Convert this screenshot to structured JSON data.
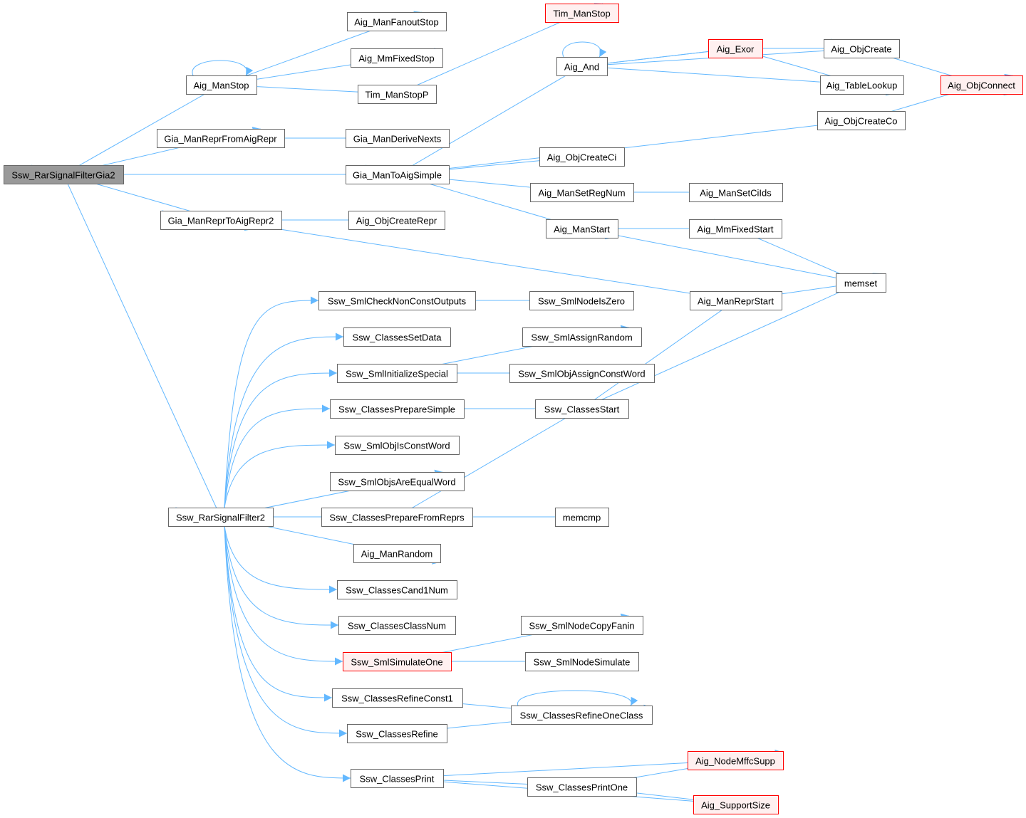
{
  "graph": {
    "root": "Ssw_RarSignalFilterGia2",
    "colors": {
      "edge": "#63b8ff",
      "root_fill": "#999999",
      "highlight_border": "#ff0000",
      "highlight_fill": "#fff0f0"
    },
    "nodes": [
      {
        "id": "root",
        "label": "Ssw_RarSignalFilterGia2",
        "style": "root"
      },
      {
        "id": "Aig_ManStop",
        "label": "Aig_ManStop"
      },
      {
        "id": "Aig_ManFanoutStop",
        "label": "Aig_ManFanoutStop"
      },
      {
        "id": "Aig_MmFixedStop",
        "label": "Aig_MmFixedStop"
      },
      {
        "id": "Tim_ManStopP",
        "label": "Tim_ManStopP"
      },
      {
        "id": "Tim_ManStop",
        "label": "Tim_ManStop",
        "style": "red"
      },
      {
        "id": "Gia_ManReprFromAigRepr",
        "label": "Gia_ManReprFromAigRepr"
      },
      {
        "id": "Gia_ManDeriveNexts",
        "label": "Gia_ManDeriveNexts"
      },
      {
        "id": "Gia_ManToAigSimple",
        "label": "Gia_ManToAigSimple"
      },
      {
        "id": "Gia_ManReprToAigRepr2",
        "label": "Gia_ManReprToAigRepr2"
      },
      {
        "id": "Aig_ObjCreateRepr",
        "label": "Aig_ObjCreateRepr"
      },
      {
        "id": "Aig_And",
        "label": "Aig_And"
      },
      {
        "id": "Aig_Exor",
        "label": "Aig_Exor",
        "style": "red"
      },
      {
        "id": "Aig_ObjCreate",
        "label": "Aig_ObjCreate"
      },
      {
        "id": "Aig_TableLookup",
        "label": "Aig_TableLookup"
      },
      {
        "id": "Aig_ObjConnect",
        "label": "Aig_ObjConnect",
        "style": "red"
      },
      {
        "id": "Aig_ObjCreateCo",
        "label": "Aig_ObjCreateCo"
      },
      {
        "id": "Aig_ObjCreateCi",
        "label": "Aig_ObjCreateCi"
      },
      {
        "id": "Aig_ManSetRegNum",
        "label": "Aig_ManSetRegNum"
      },
      {
        "id": "Aig_ManSetCiIds",
        "label": "Aig_ManSetCiIds"
      },
      {
        "id": "Aig_ManStart",
        "label": "Aig_ManStart"
      },
      {
        "id": "Aig_MmFixedStart",
        "label": "Aig_MmFixedStart"
      },
      {
        "id": "memset",
        "label": "memset"
      },
      {
        "id": "Aig_ManReprStart",
        "label": "Aig_ManReprStart"
      },
      {
        "id": "Ssw_SmlCheckNonConstOutputs",
        "label": "Ssw_SmlCheckNonConstOutputs"
      },
      {
        "id": "Ssw_SmlNodeIsZero",
        "label": "Ssw_SmlNodeIsZero"
      },
      {
        "id": "Ssw_ClassesSetData",
        "label": "Ssw_ClassesSetData"
      },
      {
        "id": "Ssw_SmlAssignRandom",
        "label": "Ssw_SmlAssignRandom"
      },
      {
        "id": "Ssw_SmlInitializeSpecial",
        "label": "Ssw_SmlInitializeSpecial"
      },
      {
        "id": "Ssw_SmlObjAssignConstWord",
        "label": "Ssw_SmlObjAssignConstWord"
      },
      {
        "id": "Ssw_ClassesPrepareSimple",
        "label": "Ssw_ClassesPrepareSimple"
      },
      {
        "id": "Ssw_ClassesStart",
        "label": "Ssw_ClassesStart"
      },
      {
        "id": "Ssw_SmlObjIsConstWord",
        "label": "Ssw_SmlObjIsConstWord"
      },
      {
        "id": "Ssw_SmlObjsAreEqualWord",
        "label": "Ssw_SmlObjsAreEqualWord"
      },
      {
        "id": "Ssw_RarSignalFilter2",
        "label": "Ssw_RarSignalFilter2"
      },
      {
        "id": "Ssw_ClassesPrepareFromReprs",
        "label": "Ssw_ClassesPrepareFromReprs"
      },
      {
        "id": "memcmp",
        "label": "memcmp"
      },
      {
        "id": "Aig_ManRandom",
        "label": "Aig_ManRandom"
      },
      {
        "id": "Ssw_ClassesCand1Num",
        "label": "Ssw_ClassesCand1Num"
      },
      {
        "id": "Ssw_ClassesClassNum",
        "label": "Ssw_ClassesClassNum"
      },
      {
        "id": "Ssw_SmlNodeCopyFanin",
        "label": "Ssw_SmlNodeCopyFanin"
      },
      {
        "id": "Ssw_SmlSimulateOne",
        "label": "Ssw_SmlSimulateOne",
        "style": "red"
      },
      {
        "id": "Ssw_SmlNodeSimulate",
        "label": "Ssw_SmlNodeSimulate"
      },
      {
        "id": "Ssw_ClassesRefineConst1",
        "label": "Ssw_ClassesRefineConst1"
      },
      {
        "id": "Ssw_ClassesRefineOneClass",
        "label": "Ssw_ClassesRefineOneClass"
      },
      {
        "id": "Ssw_ClassesRefine",
        "label": "Ssw_ClassesRefine"
      },
      {
        "id": "Ssw_ClassesPrint",
        "label": "Ssw_ClassesPrint"
      },
      {
        "id": "Aig_NodeMffcSupp",
        "label": "Aig_NodeMffcSupp",
        "style": "red"
      },
      {
        "id": "Ssw_ClassesPrintOne",
        "label": "Ssw_ClassesPrintOne"
      },
      {
        "id": "Aig_SupportSize",
        "label": "Aig_SupportSize",
        "style": "red"
      }
    ],
    "edges": [
      [
        "root",
        "Aig_ManStop"
      ],
      [
        "root",
        "Gia_ManReprFromAigRepr"
      ],
      [
        "root",
        "Gia_ManToAigSimple"
      ],
      [
        "root",
        "Gia_ManReprToAigRepr2"
      ],
      [
        "root",
        "Ssw_RarSignalFilter2"
      ],
      [
        "Aig_ManStop",
        "Aig_ManStop"
      ],
      [
        "Aig_ManStop",
        "Aig_ManFanoutStop"
      ],
      [
        "Aig_ManStop",
        "Aig_MmFixedStop"
      ],
      [
        "Aig_ManStop",
        "Tim_ManStopP"
      ],
      [
        "Tim_ManStopP",
        "Tim_ManStop"
      ],
      [
        "Gia_ManReprFromAigRepr",
        "Gia_ManDeriveNexts"
      ],
      [
        "Gia_ManToAigSimple",
        "Aig_And"
      ],
      [
        "Gia_ManToAigSimple",
        "Aig_ObjCreateCo"
      ],
      [
        "Gia_ManToAigSimple",
        "Aig_ObjCreateCi"
      ],
      [
        "Gia_ManToAigSimple",
        "Aig_ManSetRegNum"
      ],
      [
        "Gia_ManToAigSimple",
        "Aig_ManStart"
      ],
      [
        "Aig_And",
        "Aig_And"
      ],
      [
        "Aig_And",
        "Aig_Exor"
      ],
      [
        "Aig_And",
        "Aig_ObjCreate"
      ],
      [
        "Aig_And",
        "Aig_TableLookup"
      ],
      [
        "Aig_Exor",
        "Aig_And"
      ],
      [
        "Aig_Exor",
        "Aig_ObjCreate"
      ],
      [
        "Aig_Exor",
        "Aig_TableLookup"
      ],
      [
        "Aig_ObjCreate",
        "Aig_ObjConnect"
      ],
      [
        "Aig_ObjCreateCo",
        "Aig_ObjConnect"
      ],
      [
        "Aig_ManSetRegNum",
        "Aig_ManSetCiIds"
      ],
      [
        "Aig_ManStart",
        "Aig_MmFixedStart"
      ],
      [
        "Aig_ManStart",
        "memset"
      ],
      [
        "Aig_MmFixedStart",
        "memset"
      ],
      [
        "Gia_ManReprToAigRepr2",
        "Aig_ObjCreateRepr"
      ],
      [
        "Gia_ManReprToAigRepr2",
        "Aig_ManReprStart"
      ],
      [
        "Aig_ManReprStart",
        "memset"
      ],
      [
        "Ssw_RarSignalFilter2",
        "Ssw_SmlCheckNonConstOutputs"
      ],
      [
        "Ssw_RarSignalFilter2",
        "Ssw_ClassesSetData"
      ],
      [
        "Ssw_RarSignalFilter2",
        "Ssw_SmlInitializeSpecial"
      ],
      [
        "Ssw_RarSignalFilter2",
        "Ssw_ClassesPrepareSimple"
      ],
      [
        "Ssw_RarSignalFilter2",
        "Ssw_SmlObjIsConstWord"
      ],
      [
        "Ssw_RarSignalFilter2",
        "Ssw_SmlObjsAreEqualWord"
      ],
      [
        "Ssw_RarSignalFilter2",
        "Ssw_ClassesPrepareFromReprs"
      ],
      [
        "Ssw_RarSignalFilter2",
        "Aig_ManRandom"
      ],
      [
        "Ssw_RarSignalFilter2",
        "Ssw_ClassesCand1Num"
      ],
      [
        "Ssw_RarSignalFilter2",
        "Ssw_ClassesClassNum"
      ],
      [
        "Ssw_RarSignalFilter2",
        "Ssw_SmlSimulateOne"
      ],
      [
        "Ssw_RarSignalFilter2",
        "Ssw_ClassesRefineConst1"
      ],
      [
        "Ssw_RarSignalFilter2",
        "Ssw_ClassesRefine"
      ],
      [
        "Ssw_RarSignalFilter2",
        "Ssw_ClassesPrint"
      ],
      [
        "Ssw_SmlCheckNonConstOutputs",
        "Ssw_SmlNodeIsZero"
      ],
      [
        "Ssw_SmlInitializeSpecial",
        "Ssw_SmlAssignRandom"
      ],
      [
        "Ssw_SmlInitializeSpecial",
        "Ssw_SmlObjAssignConstWord"
      ],
      [
        "Ssw_ClassesPrepareSimple",
        "Ssw_ClassesStart"
      ],
      [
        "Ssw_ClassesStart",
        "Aig_ManReprStart"
      ],
      [
        "Ssw_ClassesStart",
        "memset"
      ],
      [
        "Ssw_ClassesPrepareFromReprs",
        "Ssw_ClassesStart"
      ],
      [
        "Ssw_ClassesPrepareFromReprs",
        "memcmp"
      ],
      [
        "Ssw_SmlSimulateOne",
        "Ssw_SmlNodeCopyFanin"
      ],
      [
        "Ssw_SmlSimulateOne",
        "Ssw_SmlNodeSimulate"
      ],
      [
        "Ssw_ClassesRefineConst1",
        "Ssw_ClassesRefineOneClass"
      ],
      [
        "Ssw_ClassesRefine",
        "Ssw_ClassesRefineOneClass"
      ],
      [
        "Ssw_ClassesRefineOneClass",
        "Ssw_ClassesRefineOneClass"
      ],
      [
        "Ssw_ClassesPrint",
        "Aig_NodeMffcSupp"
      ],
      [
        "Ssw_ClassesPrint",
        "Ssw_ClassesPrintOne"
      ],
      [
        "Ssw_ClassesPrint",
        "Aig_SupportSize"
      ],
      [
        "Ssw_ClassesPrintOne",
        "Aig_NodeMffcSupp"
      ],
      [
        "Ssw_ClassesPrintOne",
        "Aig_SupportSize"
      ]
    ]
  }
}
